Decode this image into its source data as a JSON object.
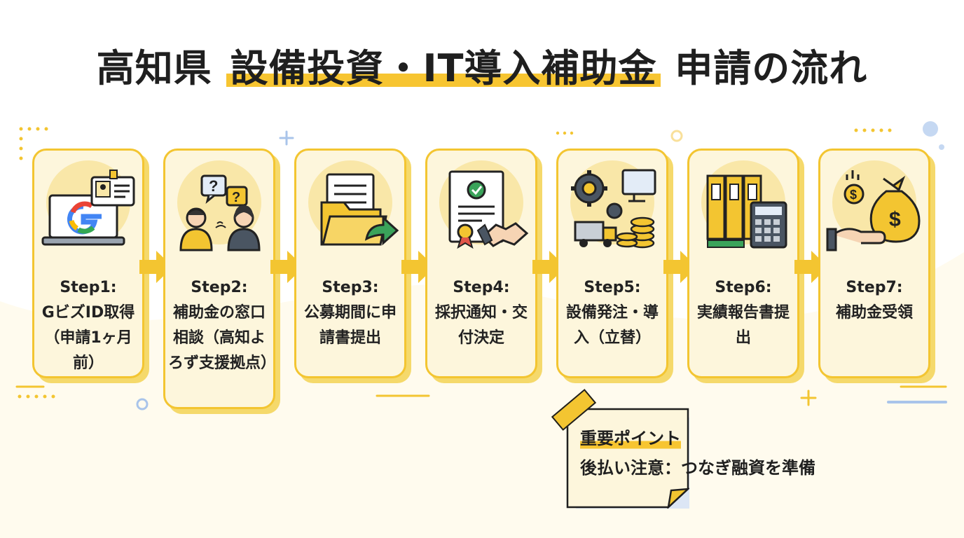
{
  "title": {
    "prefix": "高知県 ",
    "highlight": "設備投資・IT導入補助金",
    "suffix": " 申請の流れ"
  },
  "steps": [
    {
      "label": "Step1:\nGビズID取得（申請1ヶ月前）",
      "icon": "laptop-id-card-icon"
    },
    {
      "label": "Step2:\n補助金の窓口相談（高知よろず支援拠点）",
      "icon": "consultation-people-icon"
    },
    {
      "label": "Step3:\n公募期間に申請書提出",
      "icon": "document-folder-icon"
    },
    {
      "label": "Step4:\n採択通知・交付決定",
      "icon": "certificate-handshake-icon"
    },
    {
      "label": "Step5:\n設備発注・導入（立替）",
      "icon": "gears-monitor-truck-coins-icon"
    },
    {
      "label": "Step6:\n実績報告書提出",
      "icon": "binders-calculator-icon"
    },
    {
      "label": "Step7:\n補助金受領",
      "icon": "money-bag-hand-icon"
    }
  ],
  "note": {
    "heading": "重要ポイント",
    "text": "後払い注意：つなぎ融資を準備"
  },
  "colors": {
    "accent": "#f3c531",
    "card_bg": "#fdf6dc",
    "disc": "#f9e7a8",
    "text": "#1f1f1f"
  }
}
